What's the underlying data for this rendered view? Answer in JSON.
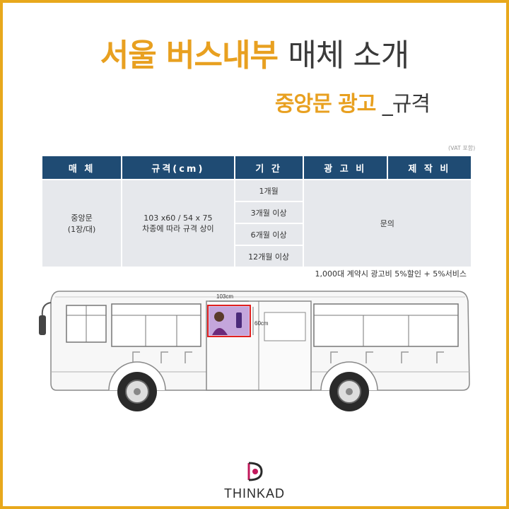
{
  "header": {
    "title_accent": "서울 버스내부",
    "title_plain": "매체 소개",
    "subtitle_accent": "중앙문 광고",
    "subtitle_plain": "_규격"
  },
  "vat_note": "(VAT 포함)",
  "table": {
    "headers": [
      "매 체",
      "규격(cm)",
      "기 간",
      "광 고 비",
      "제 작 비"
    ],
    "media_line1": "중앙문",
    "media_line2": "(1장/대)",
    "spec_line1": "103 x60 / 54 x 75",
    "spec_line2": "차종에 따라 규격 상이",
    "periods": [
      "1개월",
      "3개월 이상",
      "6개월 이상",
      "12개월 이상"
    ],
    "price": "문의"
  },
  "discount_note": "1,000대 계약시 광고비 5%할인 + 5%서비스",
  "bus": {
    "width_label": "103cm",
    "height_label": "60cm"
  },
  "logo": {
    "text": "THINKAD"
  },
  "colors": {
    "accent": "#e8a020",
    "header_bg": "#1f4b73",
    "cell_bg": "#e6e8ec",
    "frame": "#e8a81c",
    "ad_border": "#e02020"
  }
}
